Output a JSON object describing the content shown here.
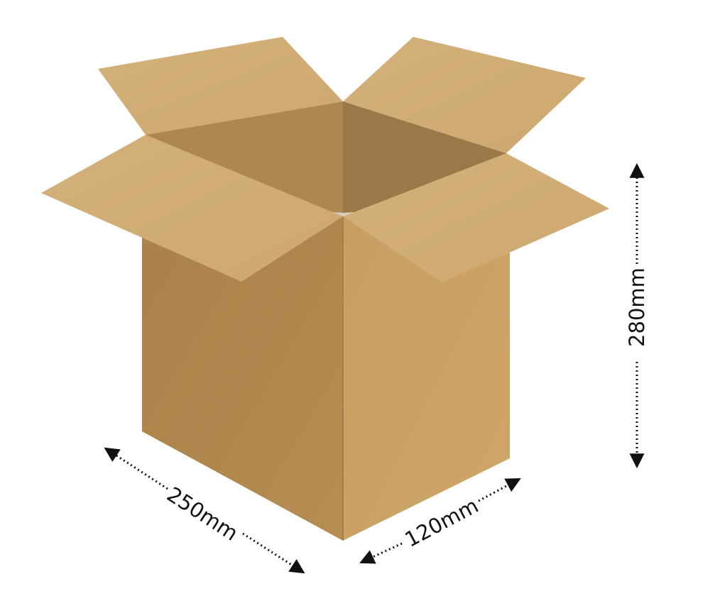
{
  "dimensions": {
    "length": "250mm",
    "width": "120mm",
    "height": "280mm"
  },
  "colors": {
    "front_face": "#B0894F",
    "right_face": "#C9A062",
    "flap_light": "#D2AE77",
    "inner_back_left": "#AD8652",
    "inner_back_right": "#9C7849",
    "arrow": "#111111",
    "background": "#FFFFFF"
  }
}
